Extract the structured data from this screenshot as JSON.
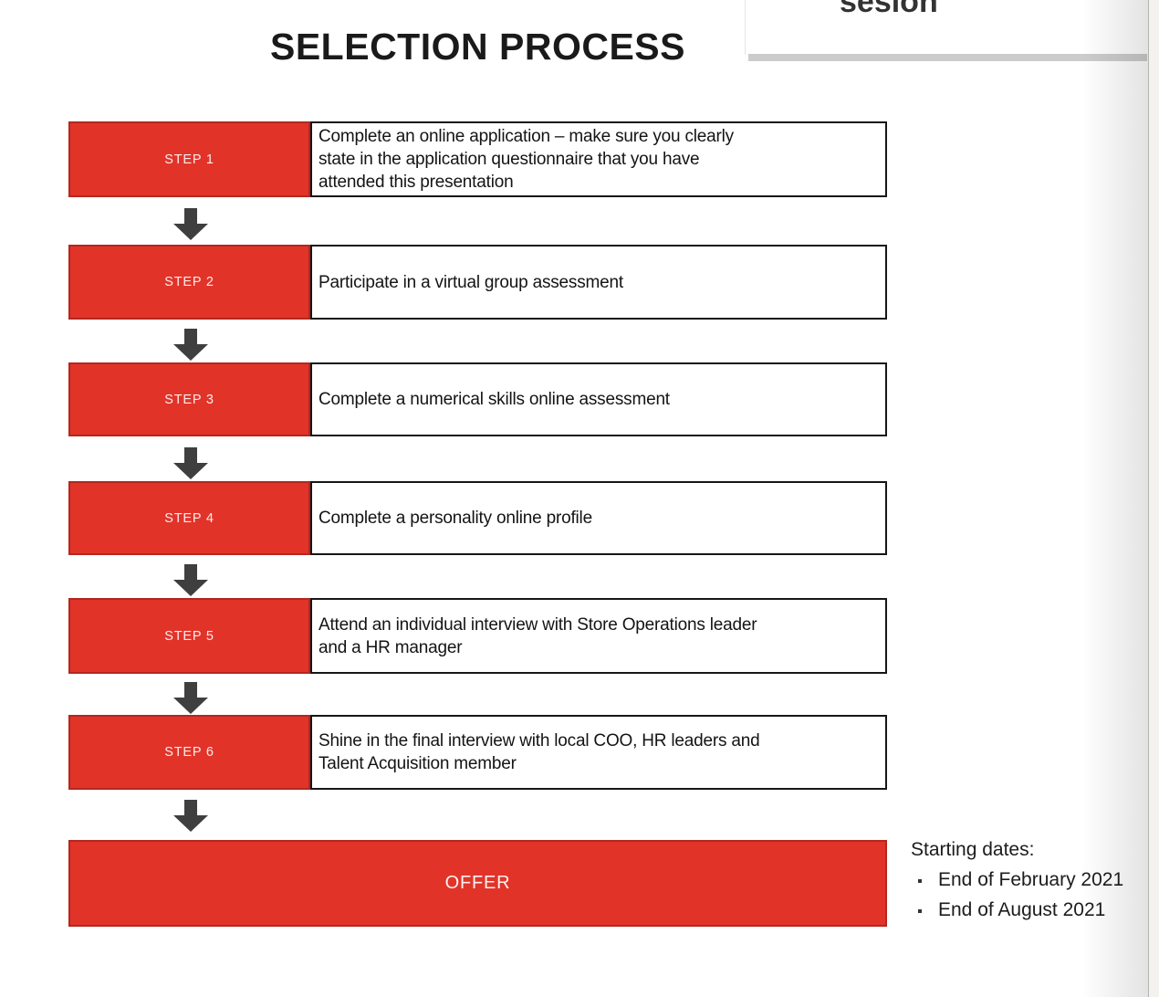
{
  "header": {
    "partial_text": "sesion",
    "title": "SELECTION PROCESS"
  },
  "steps": [
    {
      "label": "STEP 1",
      "description": "Complete an online application – make sure you clearly\nstate in the application questionnaire that you have\nattended this presentation"
    },
    {
      "label": "STEP 2",
      "description": "Participate in a virtual group assessment"
    },
    {
      "label": "STEP 3",
      "description": "Complete a numerical skills online assessment"
    },
    {
      "label": "STEP 4",
      "description": "Complete a personality online profile"
    },
    {
      "label": "STEP 5",
      "description": "Attend an individual interview with Store Operations leader\nand a HR manager"
    },
    {
      "label": "STEP 6",
      "description": "Shine in the final interview with local COO, HR leaders and\nTalent Acquisition member"
    }
  ],
  "offer": {
    "label": "OFFER"
  },
  "starting_dates": {
    "heading": "Starting dates:",
    "items": [
      "End of February 2021",
      "End of August 2021"
    ]
  },
  "colors": {
    "accent_red": "#e23329",
    "accent_red_border": "#b3271f",
    "arrow_gray": "#3f3f3f",
    "divider_gray": "#cccccc"
  }
}
